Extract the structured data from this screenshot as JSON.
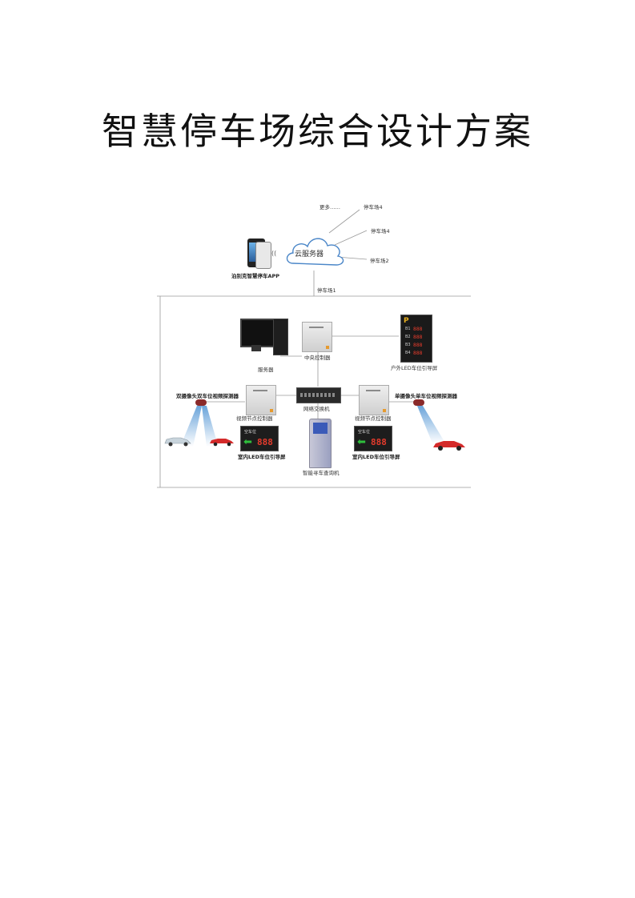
{
  "page": {
    "title": "智慧停车场综合设计方案"
  },
  "diagram": {
    "more": "更多……",
    "lot4a": "停车场4",
    "lot4b": "停车场4",
    "lot2": "停车场2",
    "cloud": "云服务器",
    "app": "泊别克智慧停车APP",
    "lot1": "停车场1",
    "server": "服务器",
    "central_ctrl": "中央控制器",
    "outdoor_screen": "户外LED车位引导屏",
    "switch": "网络交换机",
    "detector_left": "双摄像头双车位视频探测器",
    "detector_right": "单摄像头单车位视频探测器",
    "node_ctrl_left": "视频节点控制器",
    "node_ctrl_right": "视频节点控制器",
    "indoor_screen_left": "室内LED车位引导屏",
    "indoor_screen_right": "室内LED车位引导屏",
    "kiosk": "智能寻车查询机",
    "led_digits": "888",
    "led_header": "空车位",
    "outdoor_digits": [
      "888",
      "888",
      "888",
      "888"
    ],
    "outdoor_marks": [
      "B1",
      "B2",
      "B3",
      "B4"
    ]
  }
}
